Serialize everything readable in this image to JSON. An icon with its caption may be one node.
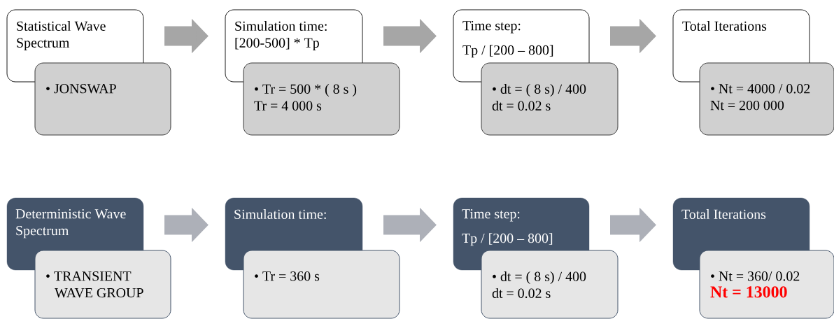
{
  "diagram": {
    "nodes": [
      {
        "text": [
          "Statistical Wave Spectrum"
        ]
      },
      {
        "text": [
          "• JONSWAP"
        ]
      },
      {
        "text": [
          "Simulation time:",
          "[200-500] * Tp"
        ]
      },
      {
        "text": [
          "• Tr = 500 * ( 8 s )",
          "Tr = 4 000 s"
        ]
      },
      {
        "text": [
          "Time step:",
          "Tp / [200 – 800]"
        ]
      },
      {
        "text": [
          "• dt = ( 8 s) / 400",
          "dt =  0.02 s"
        ]
      },
      {
        "text": [
          "Total Iterations"
        ]
      },
      {
        "text": [
          "• Nt = 4000 / 0.02",
          "Nt =  200 000"
        ]
      },
      {
        "text": [
          "Deterministic Wave Spectrum"
        ]
      },
      {
        "text": [
          "• TRANSIENT WAVE GROUP"
        ]
      },
      {
        "text": [
          "Simulation time:"
        ]
      },
      {
        "text": [
          "• Tr = 360 s"
        ]
      },
      {
        "text": [
          "Time step:",
          "Tp / [200 – 800]"
        ]
      },
      {
        "text": [
          "• dt = ( 8 s) / 400",
          "dt =  0.02 s"
        ]
      },
      {
        "text": [
          "Total Iterations"
        ]
      },
      {
        "text": [
          "• Nt = 360/ 0.02",
          "Nt =  13000"
        ]
      }
    ],
    "edges": [
      {
        "from": 0,
        "to": 2,
        "arrow": "to"
      },
      {
        "from": 2,
        "to": 4,
        "arrow": "to"
      },
      {
        "from": 4,
        "to": 6,
        "arrow": "to"
      },
      {
        "from": 8,
        "to": 10,
        "arrow": "to"
      },
      {
        "from": 10,
        "to": 12,
        "arrow": "to"
      },
      {
        "from": 12,
        "to": 14,
        "arrow": "to"
      }
    ]
  }
}
